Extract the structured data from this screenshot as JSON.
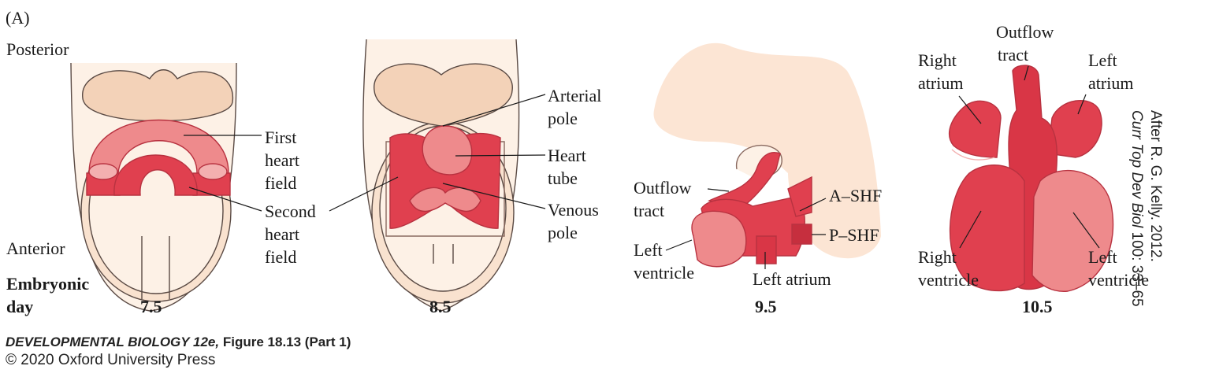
{
  "panel_letter": "(A)",
  "orientation": {
    "posterior": "Posterior",
    "anterior": "Anterior"
  },
  "row_label": {
    "line1": "Embryonic",
    "line2": "day"
  },
  "stages": [
    {
      "day": "7.5",
      "labels": {
        "first_1": "First",
        "first_2": "heart",
        "first_3": "field",
        "second_1": "Second",
        "second_2": "heart",
        "second_3": "field"
      }
    },
    {
      "day": "8.5",
      "labels": {
        "arterial_1": "Arterial",
        "arterial_2": "pole",
        "tube_1": "Heart",
        "tube_2": "tube",
        "venous_1": "Venous",
        "venous_2": "pole"
      }
    },
    {
      "day": "9.5",
      "labels": {
        "outflow_1": "Outflow",
        "outflow_2": "tract",
        "ashf": "A–SHF",
        "pshf": "P–SHF",
        "lv_1": "Left",
        "lv_2": "ventricle",
        "la": "Left atrium"
      }
    },
    {
      "day": "10.5",
      "labels": {
        "outflow_1": "Outflow",
        "outflow_2": "tract",
        "ra_1": "Right",
        "ra_2": "atrium",
        "la_1": "Left",
        "la_2": "atrium",
        "rv_1": "Right",
        "rv_2": "ventricle",
        "lv_1": "Left",
        "lv_2": "ventricle"
      }
    }
  ],
  "credit": {
    "line1": "After R. G. Kelly. 2012.",
    "journal": "Curr Top Dev Biol",
    "line2_rest": "100: 33–65"
  },
  "footer": {
    "book": "DEVELOPMENTAL BIOLOGY 12e,",
    "figure": "Figure 18.13 (Part 1)",
    "copyright": "© 2020 Oxford University Press"
  },
  "colors": {
    "embryo_fill": "#fbe6d6",
    "embryo_stroke": "#5a4a44",
    "heart_red": "#e0404f",
    "heart_light": "#ee8a8c",
    "heart_dark": "#c62f3e"
  }
}
